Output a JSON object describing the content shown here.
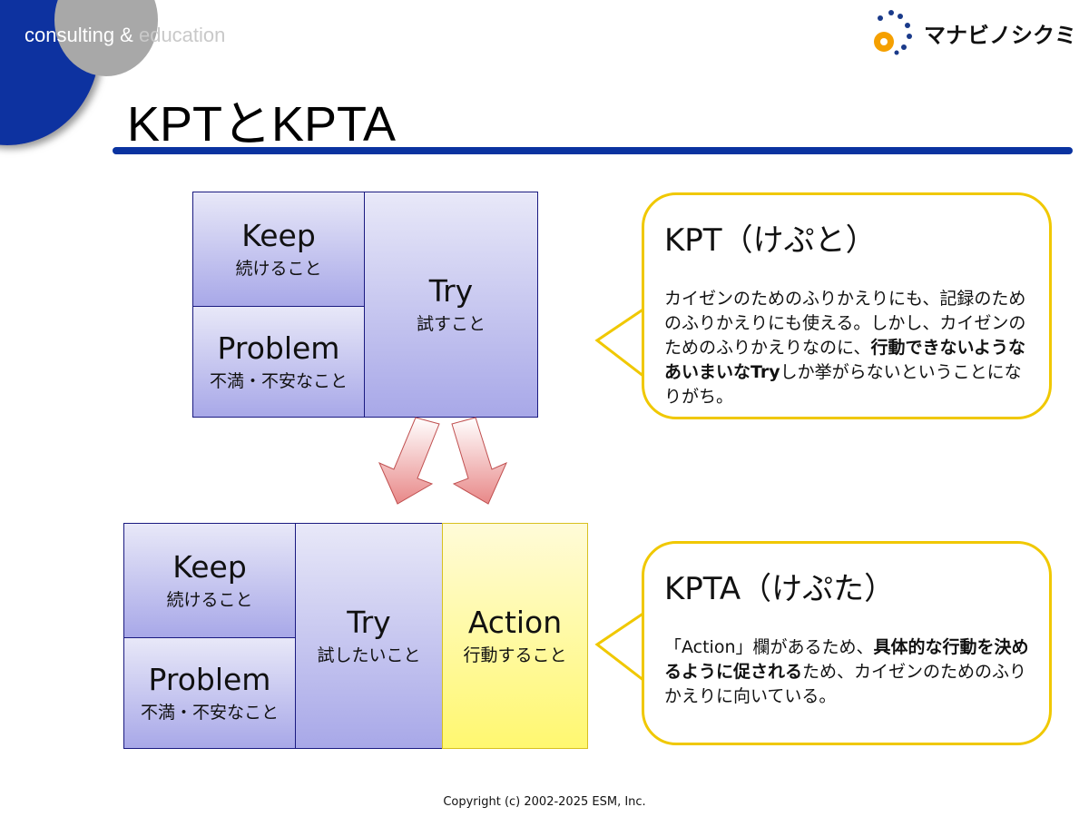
{
  "header": {
    "tagline_a": "consulting & ",
    "tagline_b": "education",
    "title": "KPTとKPTA",
    "logo_text": "マナビノシクミ"
  },
  "kpt": {
    "keep": {
      "en": "Keep",
      "ja": "続けること"
    },
    "problem": {
      "en": "Problem",
      "ja": "不満・不安なこと"
    },
    "try": {
      "en": "Try",
      "ja": "試すこと"
    }
  },
  "kpta": {
    "keep": {
      "en": "Keep",
      "ja": "続けること"
    },
    "problem": {
      "en": "Problem",
      "ja": "不満・不安なこと"
    },
    "try": {
      "en": "Try",
      "ja": "試したいこと"
    },
    "action": {
      "en": "Action",
      "ja": "行動すること"
    }
  },
  "bubble1": {
    "title": "KPT（けぷと）",
    "t1": "カイゼンのためのふりかえりにも、記録のためのふりかえりにも使える。しかし、カイゼンのためのふりかえりなのに、",
    "bold": "行動できないようなあいまいなTry",
    "t2": "しか挙がらないということになりがち。"
  },
  "bubble2": {
    "title": "KPTA（けぷた）",
    "t1": "「Action」欄があるため、",
    "bold": "具体的な行動を決めるように促される",
    "t2": "ため、カイゼンのためのふりかえりに向いている。"
  },
  "footer": {
    "copyright": "Copyright (c) 2002-2025 ESM, Inc."
  },
  "colors": {
    "brand_blue": "#0a33a0",
    "bubble_border": "#f0c800"
  }
}
